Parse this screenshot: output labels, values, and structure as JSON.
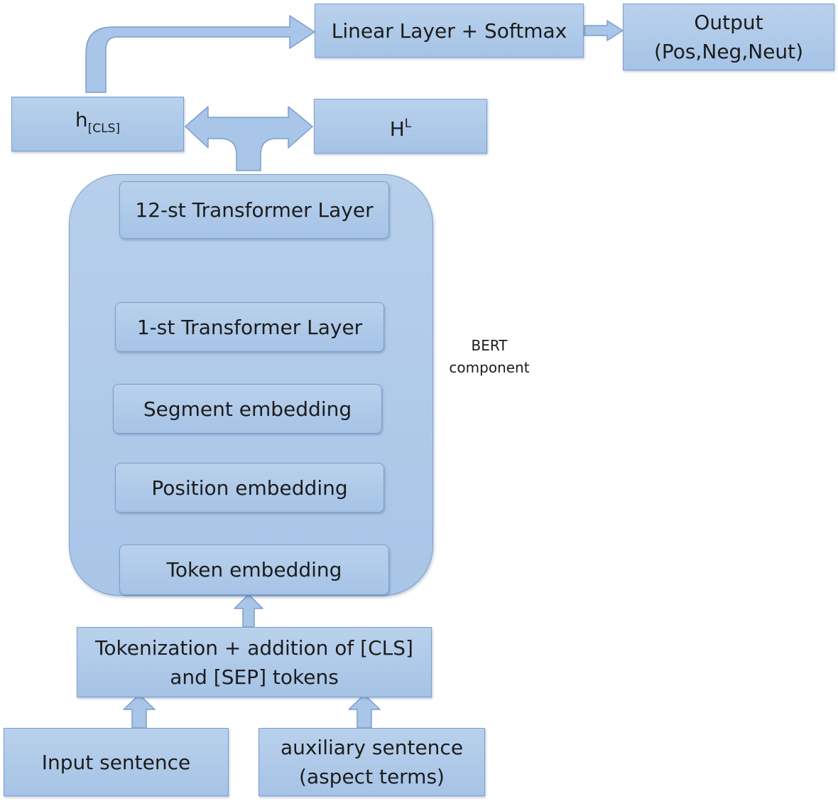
{
  "top": {
    "linear_layer": "Linear Layer + Softmax",
    "output_line1": "Output",
    "output_line2": "(Pos,Neg,Neut)"
  },
  "hidden": {
    "h_cls_base": "h",
    "h_cls_sub": "[CLS]",
    "hl_base": "H",
    "hl_sup": "L"
  },
  "bert": {
    "layer_12": "12-st Transformer Layer",
    "layer_1": "1-st Transformer Layer",
    "segment": "Segment embedding",
    "position": "Position embedding",
    "token": "Token embedding",
    "label_line1": "BERT",
    "label_line2": "component"
  },
  "bottom": {
    "tokenization_line1": "Tokenization + addition of [CLS]",
    "tokenization_line2": "and [SEP] tokens",
    "input_sentence": "Input sentence",
    "auxiliary_line1": "auxiliary sentence",
    "auxiliary_line2": "(aspect terms)"
  },
  "colors": {
    "fill": "#a9c5e7",
    "stroke": "#7c9fcc",
    "text": "#1c1c1c"
  }
}
